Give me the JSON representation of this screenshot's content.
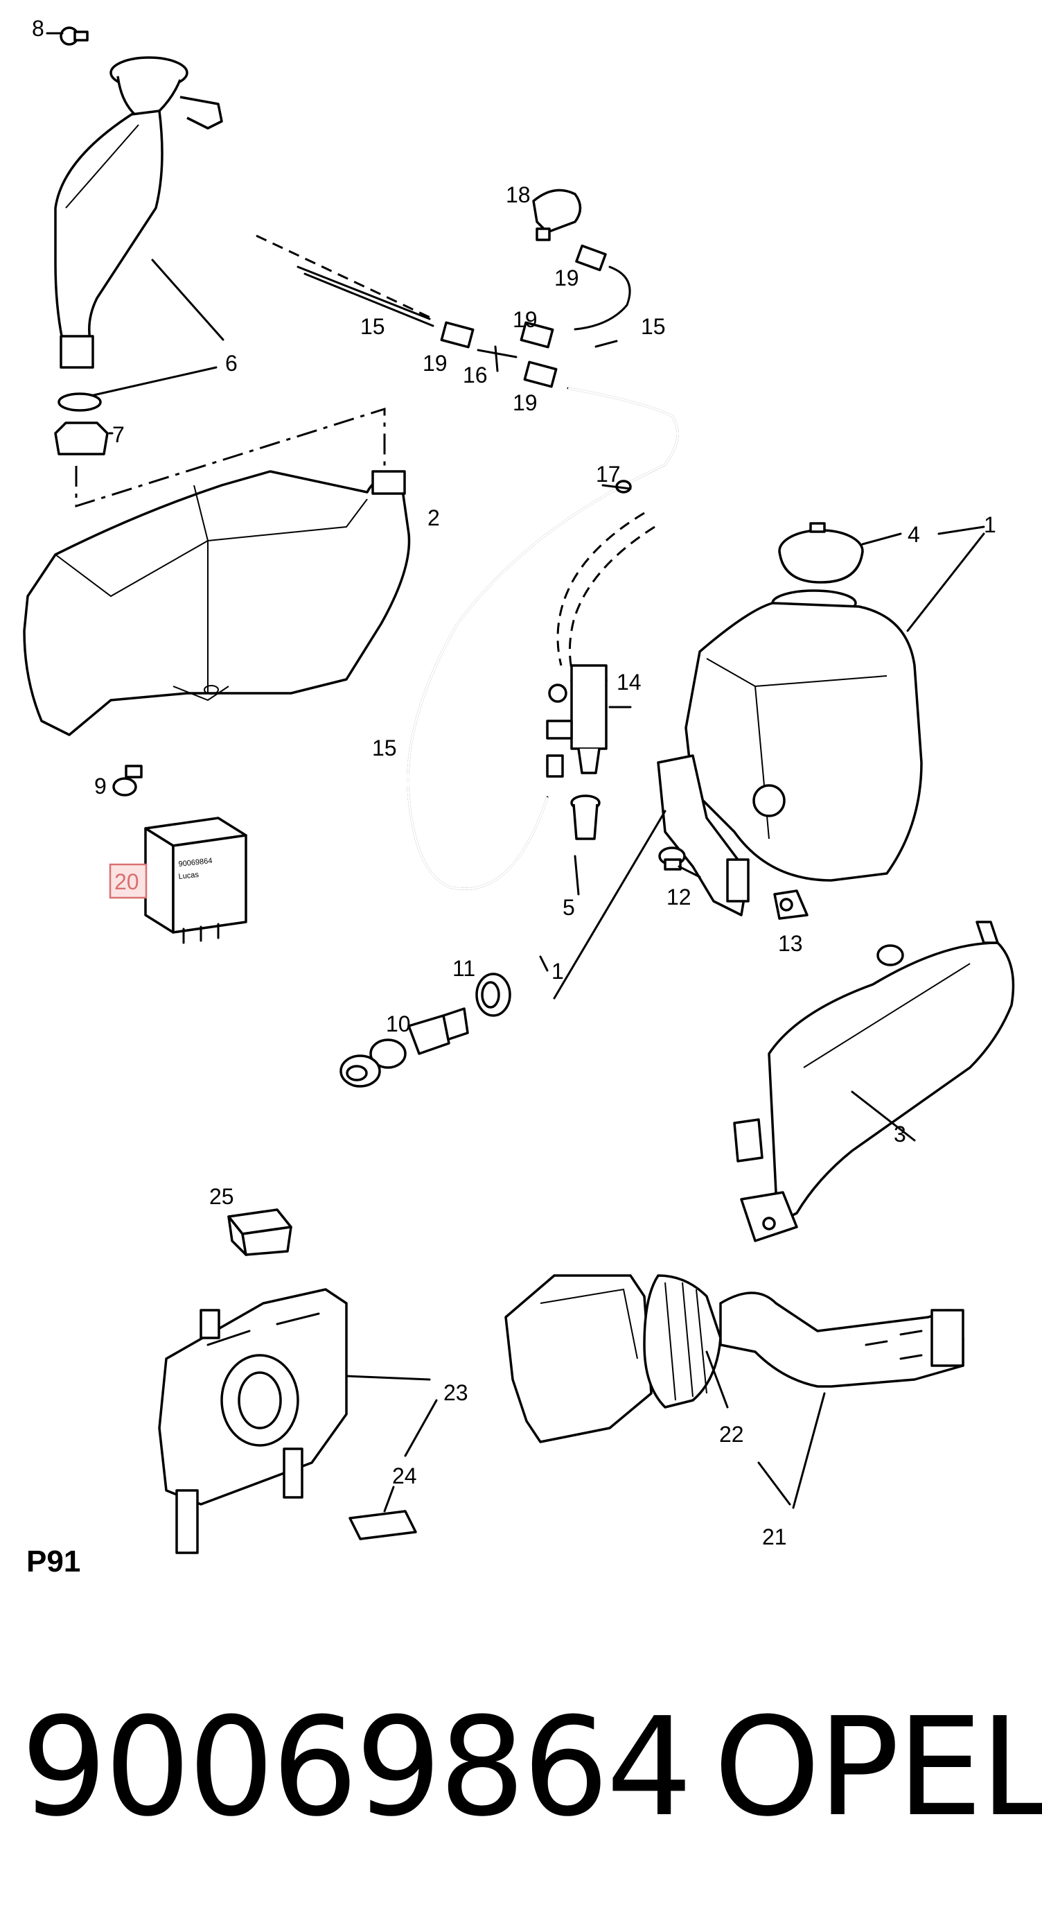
{
  "diagram": {
    "page_code": "P91",
    "highlight_color": "#d9706f",
    "callouts": {
      "c1a": "1",
      "c1b": "1",
      "c2": "2",
      "c3": "3",
      "c4": "4",
      "c5": "5",
      "c6": "6",
      "c7": "7",
      "c8": "8",
      "c9": "9",
      "c10": "10",
      "c11": "11",
      "c12": "12",
      "c13": "13",
      "c14": "14",
      "c15a": "15",
      "c15b": "15",
      "c15c": "15",
      "c16": "16",
      "c17": "17",
      "c18": "18",
      "c19a": "19",
      "c19b": "19",
      "c19c": "19",
      "c19d": "19",
      "c20": "20",
      "c21": "21",
      "c22": "22",
      "c23": "23",
      "c24": "24",
      "c25": "25"
    },
    "relay_label": {
      "line1": "90069864",
      "line2": "Lucas"
    }
  },
  "footer": {
    "part_number": "90069864",
    "brand": "OPEL"
  }
}
